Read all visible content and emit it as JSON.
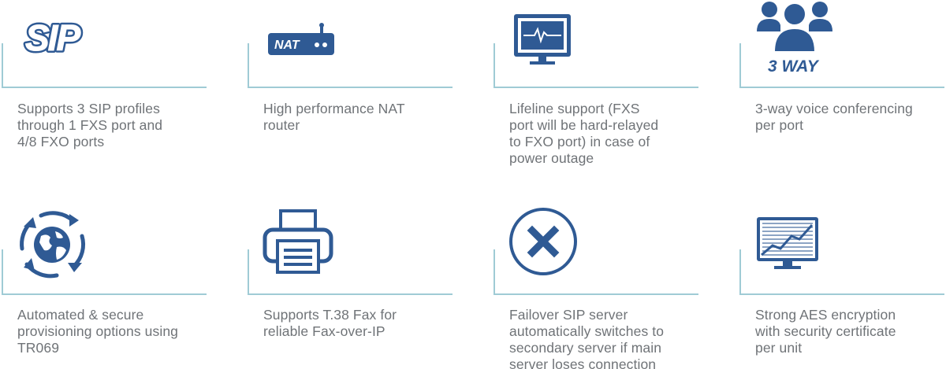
{
  "features": [
    {
      "icon_name": "sip-logo-icon",
      "icon_text": "SIP",
      "text": "Supports 3 SIP profiles\nthrough 1 FXS port and\n4/8 FXO ports"
    },
    {
      "icon_name": "nat-router-icon",
      "icon_text": "NAT",
      "text": "High performance NAT\nrouter"
    },
    {
      "icon_name": "monitor-pulse-icon",
      "text": "Lifeline support (FXS\nport will be hard-relayed\nto FXO port) in case of\npower outage"
    },
    {
      "icon_name": "three-way-conference-icon",
      "icon_text": "3 WAY",
      "text": "3-way voice conferencing\nper port"
    },
    {
      "icon_name": "globe-sync-icon",
      "text": "Automated & secure\nprovisioning options using\nTR069"
    },
    {
      "icon_name": "fax-printer-icon",
      "text": "Supports T.38 Fax for\nreliable Fax-over-IP"
    },
    {
      "icon_name": "close-x-circle-icon",
      "text": "Failover SIP server\nautomatically switches to\nsecondary server if main\nserver loses connection"
    },
    {
      "icon_name": "encrypted-monitor-icon",
      "text": "Strong AES encryption\nwith security certificate\nper unit"
    }
  ],
  "colors": {
    "icon_blue": "#2f5a94",
    "line_teal": "#9fcbd5",
    "text_gray": "#6f7377"
  }
}
